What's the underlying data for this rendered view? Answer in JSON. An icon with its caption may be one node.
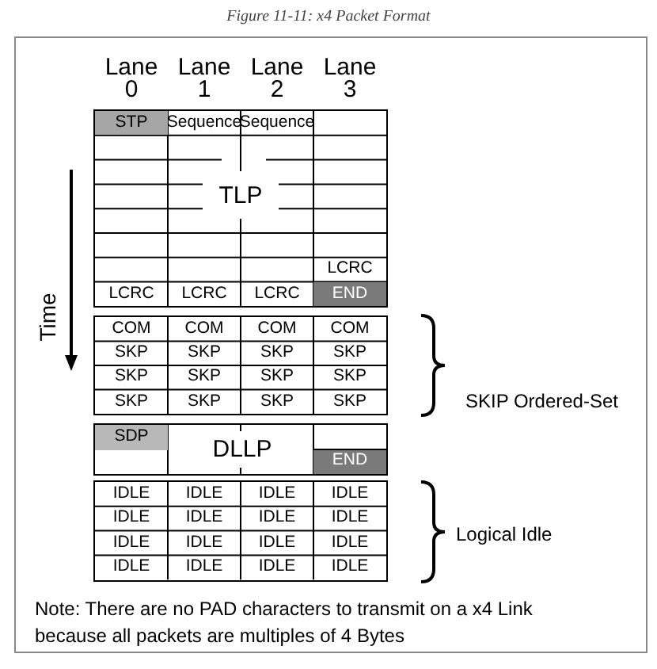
{
  "diagram": {
    "title": "Figure 11-11: x4 Packet Format",
    "labels": [
      "Lane 0",
      "Lane 1",
      "Lane 2",
      "Lane 3",
      "STP",
      "Sequence",
      "Sequence",
      "TLP",
      "LCRC",
      "LCRC",
      "LCRC",
      "LCRC",
      "END",
      "Time",
      "COM",
      "COM",
      "COM",
      "COM",
      "SKP",
      "SKP",
      "SKP",
      "SKP",
      "SKP",
      "SKP",
      "SKP",
      "SKP",
      "SKP",
      "SKP",
      "SKP",
      "SKP",
      "SKIP Ordered-Set",
      "SDP",
      "DLLP",
      "END",
      "IDLE",
      "IDLE",
      "IDLE",
      "IDLE",
      "IDLE",
      "IDLE",
      "IDLE",
      "IDLE",
      "IDLE",
      "IDLE",
      "IDLE",
      "IDLE",
      "IDLE",
      "IDLE",
      "IDLE",
      "IDLE",
      "Logical Idle",
      "Note: There are no PAD characters to transmit on a x4 Link because all packets are multiples of 4 Bytes"
    ]
  }
}
